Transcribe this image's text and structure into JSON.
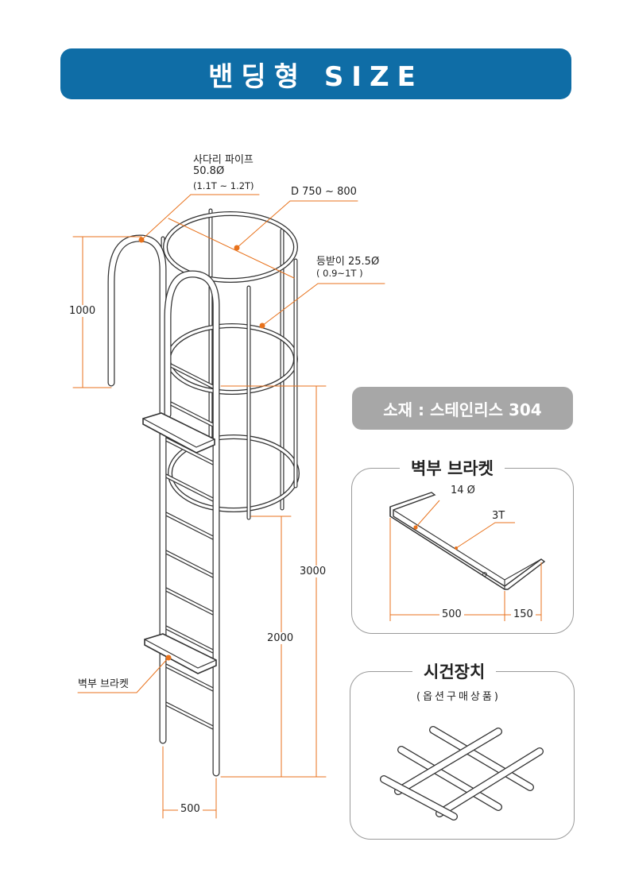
{
  "header": {
    "title": "밴딩형 SIZE"
  },
  "labels": {
    "ladder_pipe_name": "사다리 파이프",
    "ladder_pipe_dia": "50.8Ø",
    "ladder_pipe_thk": "(1.1T ~ 1.2T)",
    "cage_diameter": "D 750 ~ 800",
    "backrest_name": "등받이 25.5Ø",
    "backrest_thk": "( 0.9~1T )",
    "wall_bracket": "벽부 브라켓"
  },
  "dimensions": {
    "top_height": "1000",
    "total_height": "3000",
    "lower_height": "2000",
    "ladder_width": "500"
  },
  "material": {
    "text": "소재 : 스테인리스 304"
  },
  "bracket_box": {
    "title": "벽부 브라켓",
    "hole": "14 Ø",
    "thickness": "3T",
    "length": "500",
    "depth": "150"
  },
  "lock_box": {
    "title": "시건장치",
    "subtitle": "(옵션구매상품)"
  },
  "colors": {
    "accent": "#e8721c",
    "header": "#0f6da6",
    "material_bg": "#a7a7a7"
  }
}
